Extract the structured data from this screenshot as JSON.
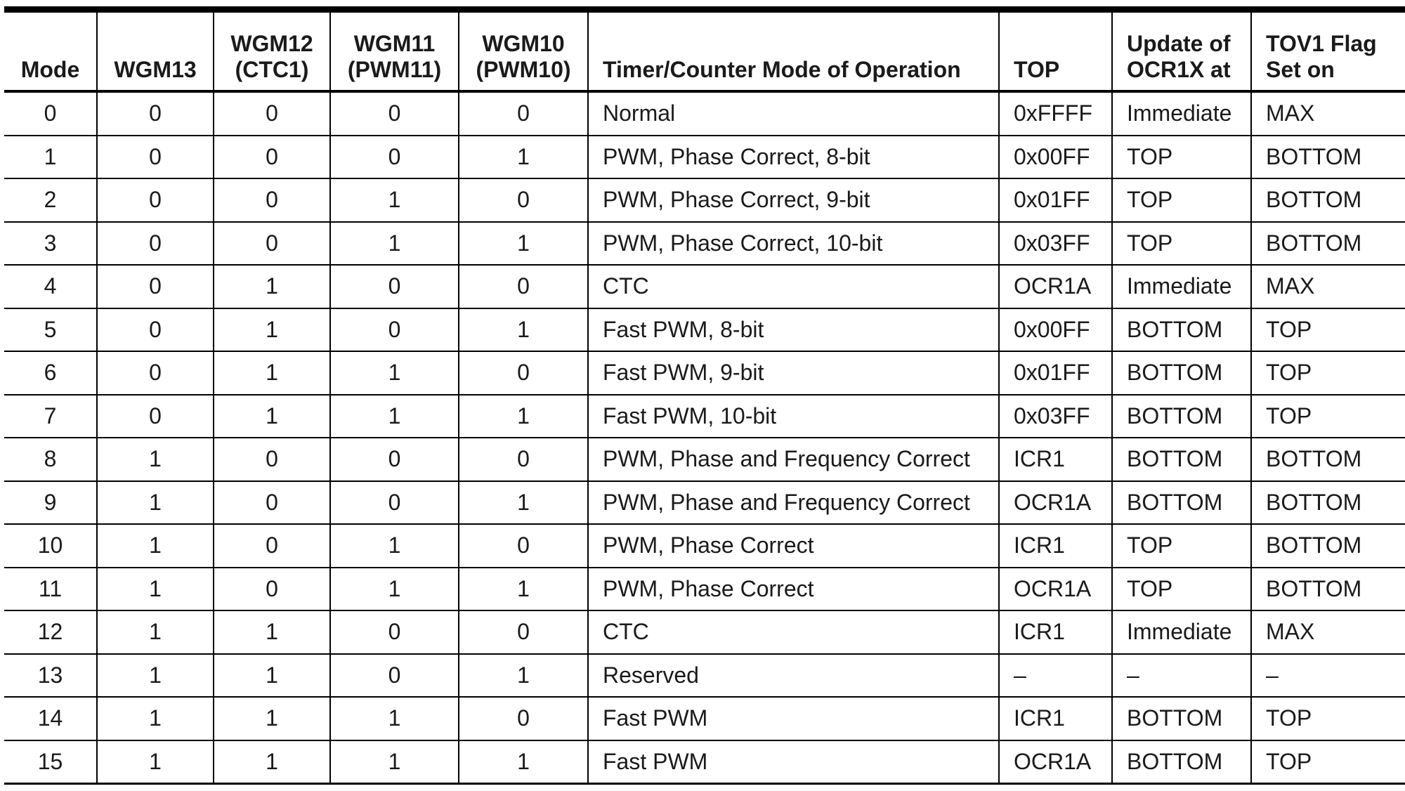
{
  "table": {
    "columns": [
      {
        "key": "mode",
        "lines": [
          "Mode"
        ],
        "align": "c"
      },
      {
        "key": "wgm13",
        "lines": [
          "WGM13"
        ],
        "align": "c"
      },
      {
        "key": "wgm12",
        "lines": [
          "WGM12",
          "(CTC1)"
        ],
        "align": "c"
      },
      {
        "key": "wgm11",
        "lines": [
          "WGM11",
          "(PWM11)"
        ],
        "align": "c"
      },
      {
        "key": "wgm10",
        "lines": [
          "WGM10",
          "(PWM10)"
        ],
        "align": "c"
      },
      {
        "key": "operation",
        "lines": [
          "Timer/Counter Mode of Operation"
        ],
        "align": "l"
      },
      {
        "key": "top",
        "lines": [
          "TOP"
        ],
        "align": "l"
      },
      {
        "key": "update",
        "lines": [
          "Update of",
          "OCR1X at"
        ],
        "align": "l"
      },
      {
        "key": "tov1",
        "lines": [
          "TOV1 Flag",
          "Set on"
        ],
        "align": "l"
      }
    ],
    "rows": [
      [
        "0",
        "0",
        "0",
        "0",
        "0",
        "Normal",
        "0xFFFF",
        "Immediate",
        "MAX"
      ],
      [
        "1",
        "0",
        "0",
        "0",
        "1",
        "PWM, Phase Correct, 8-bit",
        "0x00FF",
        "TOP",
        "BOTTOM"
      ],
      [
        "2",
        "0",
        "0",
        "1",
        "0",
        "PWM, Phase Correct, 9-bit",
        "0x01FF",
        "TOP",
        "BOTTOM"
      ],
      [
        "3",
        "0",
        "0",
        "1",
        "1",
        "PWM, Phase Correct, 10-bit",
        "0x03FF",
        "TOP",
        "BOTTOM"
      ],
      [
        "4",
        "0",
        "1",
        "0",
        "0",
        "CTC",
        "OCR1A",
        "Immediate",
        "MAX"
      ],
      [
        "5",
        "0",
        "1",
        "0",
        "1",
        "Fast PWM, 8-bit",
        "0x00FF",
        "BOTTOM",
        "TOP"
      ],
      [
        "6",
        "0",
        "1",
        "1",
        "0",
        "Fast PWM, 9-bit",
        "0x01FF",
        "BOTTOM",
        "TOP"
      ],
      [
        "7",
        "0",
        "1",
        "1",
        "1",
        "Fast PWM, 10-bit",
        "0x03FF",
        "BOTTOM",
        "TOP"
      ],
      [
        "8",
        "1",
        "0",
        "0",
        "0",
        "PWM, Phase and Frequency Correct",
        "ICR1",
        "BOTTOM",
        "BOTTOM"
      ],
      [
        "9",
        "1",
        "0",
        "0",
        "1",
        "PWM, Phase and Frequency Correct",
        "OCR1A",
        "BOTTOM",
        "BOTTOM"
      ],
      [
        "10",
        "1",
        "0",
        "1",
        "0",
        "PWM, Phase Correct",
        "ICR1",
        "TOP",
        "BOTTOM"
      ],
      [
        "11",
        "1",
        "0",
        "1",
        "1",
        "PWM, Phase Correct",
        "OCR1A",
        "TOP",
        "BOTTOM"
      ],
      [
        "12",
        "1",
        "1",
        "0",
        "0",
        "CTC",
        "ICR1",
        "Immediate",
        "MAX"
      ],
      [
        "13",
        "1",
        "1",
        "0",
        "1",
        "Reserved",
        "–",
        "–",
        "–"
      ],
      [
        "14",
        "1",
        "1",
        "1",
        "0",
        "Fast PWM",
        "ICR1",
        "BOTTOM",
        "TOP"
      ],
      [
        "15",
        "1",
        "1",
        "1",
        "1",
        "Fast PWM",
        "OCR1A",
        "BOTTOM",
        "TOP"
      ]
    ]
  }
}
